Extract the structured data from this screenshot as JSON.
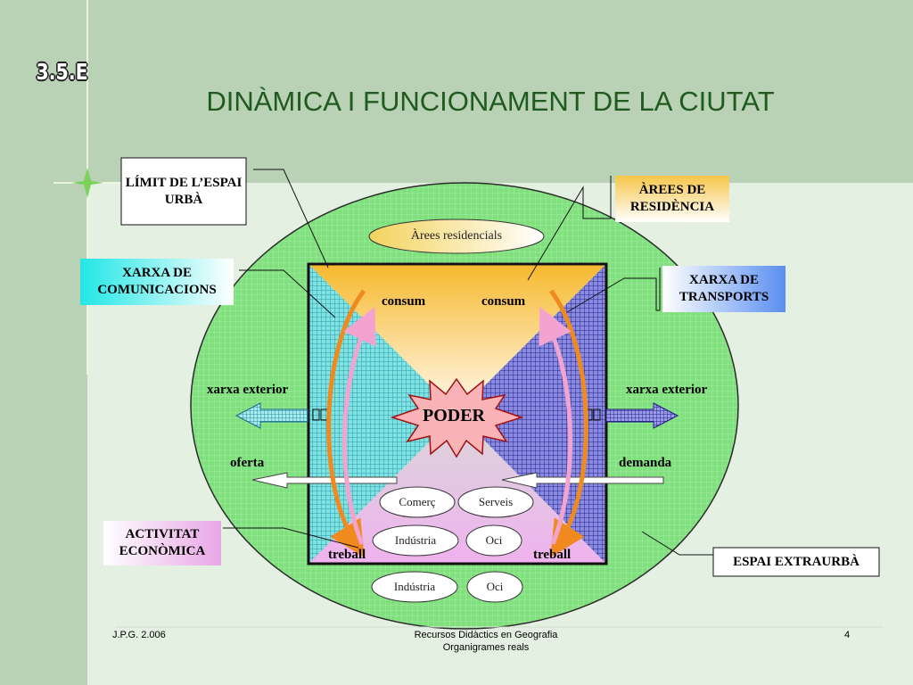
{
  "slide_number": "3.5.E",
  "title": "DINÀMICA I FUNCIONAMENT DE LA CIUTAT",
  "boxes": {
    "limit": "LÍMIT DE L’ESPAI URBÀ",
    "arees": "ÀREES DE RESIDÈNCIA",
    "comunicacions": "XARXA DE COMUNICACIONS",
    "transports": "XARXA DE TRANSPORTS",
    "activitat": "ACTIVITAT ECONÒMICA",
    "extraurba": "ESPAI EXTRAURBÀ"
  },
  "ovals": {
    "residencials": "Àrees residencials",
    "comerc": "Comerç",
    "serveis": "Serveis",
    "industria_in": "Indústria",
    "oci_in": "Oci",
    "industria_out": "Indústria",
    "oci_out": "Oci"
  },
  "labels": {
    "consum_left": "consum",
    "consum_right": "consum",
    "xarxa_left": "xarxa exterior",
    "xarxa_right": "xarxa exterior",
    "oferta": "oferta",
    "demanda": "demanda",
    "treball_left": "treball",
    "treball_right": "treball",
    "poder": "PODER"
  },
  "footer": {
    "left": "J.P.G. 2.006",
    "center_line1": "Recursos Didàctics en Geografia",
    "center_line2": "Organigrames reals",
    "page": "4"
  },
  "colors": {
    "title": "#1f5a1f",
    "ellipse": "#7be07b",
    "left_triangle": "#7fe3e3",
    "right_triangle": "#5b5bb8",
    "top_triangle": "#f6c445",
    "bottom_triangle": "#e6a7e6",
    "arrow_orange": "#f08a1e",
    "arrow_pink": "#f2a3cf"
  }
}
